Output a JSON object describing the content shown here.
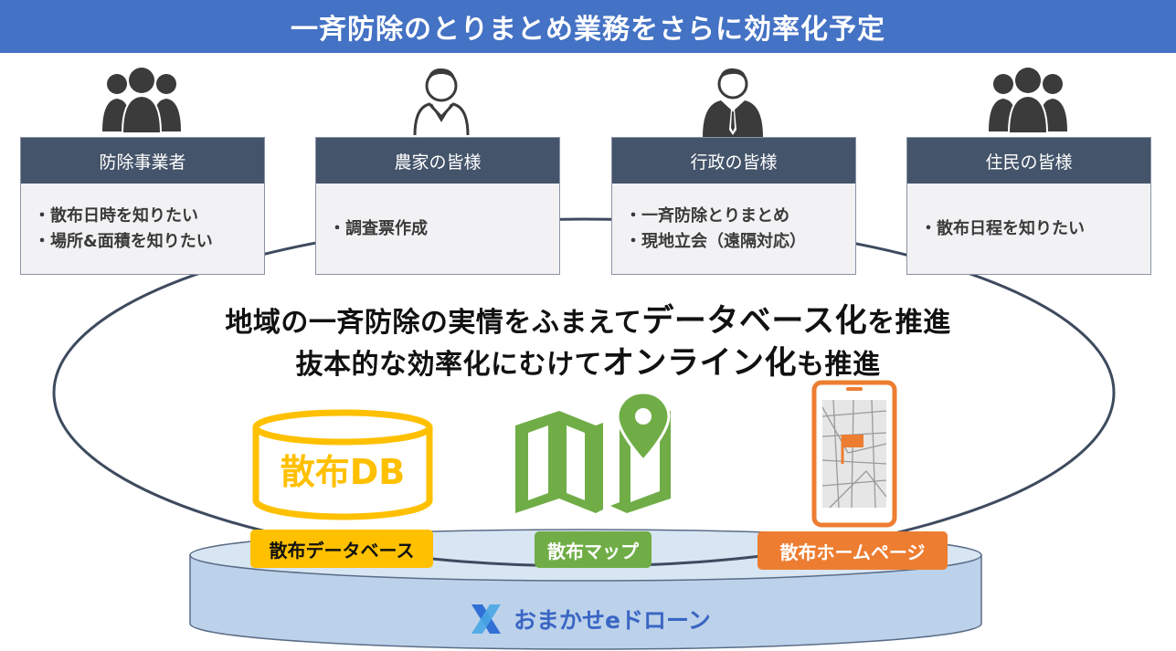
{
  "title": "一斉防除のとりまとめ業務をさらに効率化予定",
  "stakeholders": [
    {
      "icon": "group-people-icon",
      "name": "防除事業者",
      "items": [
        "・散布日時を知りたい",
        "・場所&面積を知りたい"
      ]
    },
    {
      "icon": "farmer-person-icon",
      "name": "農家の皆様",
      "items": [
        "・調査票作成"
      ]
    },
    {
      "icon": "businessman-tie-icon",
      "name": "行政の皆様",
      "items": [
        "・一斉防除とりまとめ",
        "・現地立会（遠隔対応）"
      ]
    },
    {
      "icon": "group-people-icon",
      "name": "住民の皆様",
      "items": [
        "・散布日程を知りたい"
      ]
    }
  ],
  "headline": {
    "line1_a": "地域の一斉防除の実情をふまえて",
    "line1_em": "データベース化",
    "line1_b": "を推進",
    "line2_a": "抜本的な効率化にむけて",
    "line2_em": "オンライン化",
    "line2_b": "も推進"
  },
  "tools": [
    {
      "icon": "database-cylinder-icon",
      "icon_text": "散布DB",
      "label": "散布データベース",
      "color": "#ffc000"
    },
    {
      "icon": "map-pin-icon",
      "label": "散布マップ",
      "color": "#70ad47"
    },
    {
      "icon": "smartphone-map-icon",
      "label": "散布ホームページ",
      "color": "#ed7d31"
    }
  ],
  "brand": {
    "name": "おまかせeドローン",
    "icon": "x-brand-logo-icon"
  },
  "colors": {
    "banner": "#4472c4",
    "card_header": "#44546a",
    "platform": "#b4cde8"
  }
}
